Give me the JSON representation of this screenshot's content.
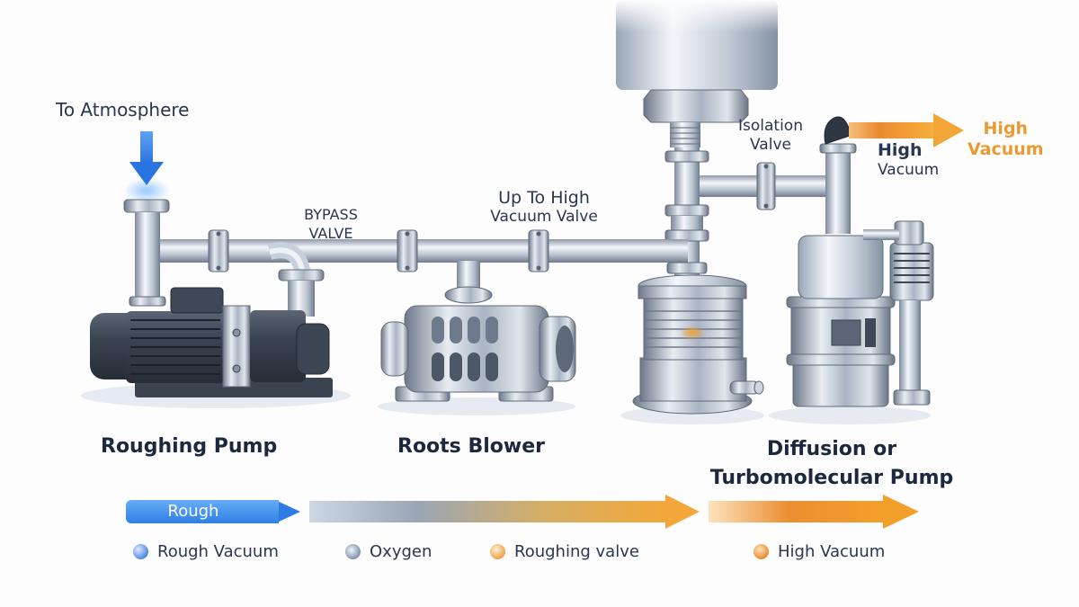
{
  "labels": {
    "to_atmosphere": "To Atmosphere",
    "bypass_valve": [
      "BYPASS",
      "VALVE"
    ],
    "up_to_high_vacuum_valve": [
      "Up To High",
      "Vacuum Valve"
    ],
    "isolation_valve": [
      "Isolation",
      "Valve"
    ],
    "high_vacuum_inner": [
      "High",
      "Vacuum"
    ],
    "high_vacuum_outlet": [
      "High",
      "Vacuum"
    ]
  },
  "components": {
    "roughing_pump": "Roughing Pump",
    "roots_blower": "Roots Blower",
    "diffusion_pump": [
      "Diffusion or",
      "Turbomolecular Pump"
    ]
  },
  "flow_bar": {
    "rough_label": "Rough"
  },
  "legend": [
    {
      "label": "Rough Vacuum",
      "color": "#4d87e0"
    },
    {
      "label": "Oxygen",
      "color": "#7f93ad"
    },
    {
      "label": "Roughing valve",
      "color": "#eda24a"
    },
    {
      "label": "High Vacuum",
      "color": "#e88b2e"
    }
  ],
  "colors": {
    "blue_accent": "#2f7fe5",
    "orange_accent": "#f0a030",
    "text_dark": "#1c2740",
    "outlet_label": "#eb9a32"
  }
}
